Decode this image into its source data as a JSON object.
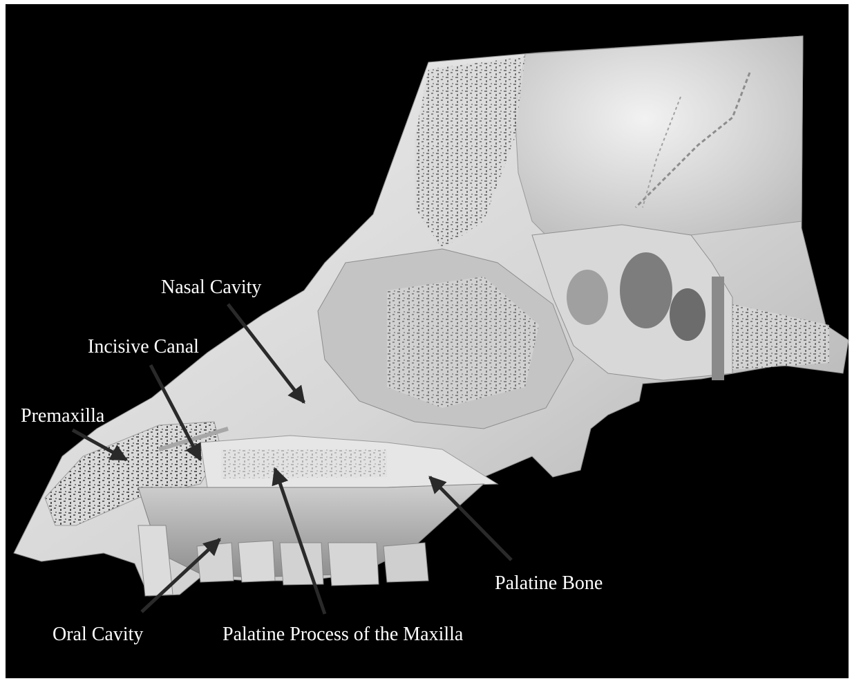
{
  "labels": {
    "nasal_cavity": "Nasal Cavity",
    "incisive_canal": "Incisive Canal",
    "premaxilla": "Premaxilla",
    "palatine_bone": "Palatine Bone",
    "oral_cavity": "Oral Cavity",
    "palatine_process": "Palatine Process of the Maxilla"
  },
  "colors": {
    "background": "#000000",
    "bone": "#e2e2e2",
    "bone_shadow": "#9a9a9a",
    "cancellous": "#555555",
    "arrow": "#2a2a2a",
    "label_text": "#ffffff"
  }
}
